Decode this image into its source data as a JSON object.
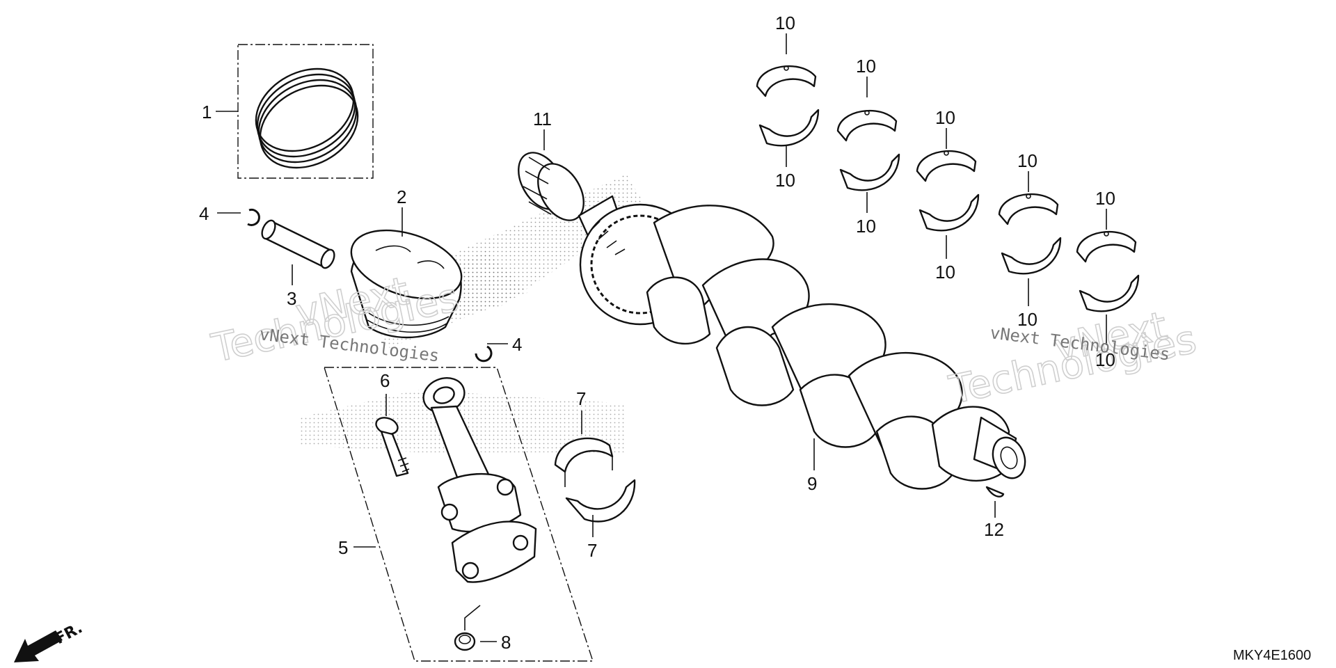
{
  "diagram": {
    "diagram_code": "MKY4E1600",
    "direction_label": "FR.",
    "watermarks": {
      "small_text": "vNext Technologies",
      "big_line1": "vNext",
      "big_line2": "Technologies"
    },
    "callouts": {
      "c1": "1",
      "c2": "2",
      "c3": "3",
      "c4a": "4",
      "c4b": "4",
      "c5": "5",
      "c6": "6",
      "c7a": "7",
      "c7b": "7",
      "c8": "8",
      "c9": "9",
      "c10a": "10",
      "c10b": "10",
      "c10c": "10",
      "c10d": "10",
      "c10e": "10",
      "c10f": "10",
      "c10g": "10",
      "c10h": "10",
      "c10i": "10",
      "c10j": "10",
      "c11": "11",
      "c12": "12"
    }
  }
}
